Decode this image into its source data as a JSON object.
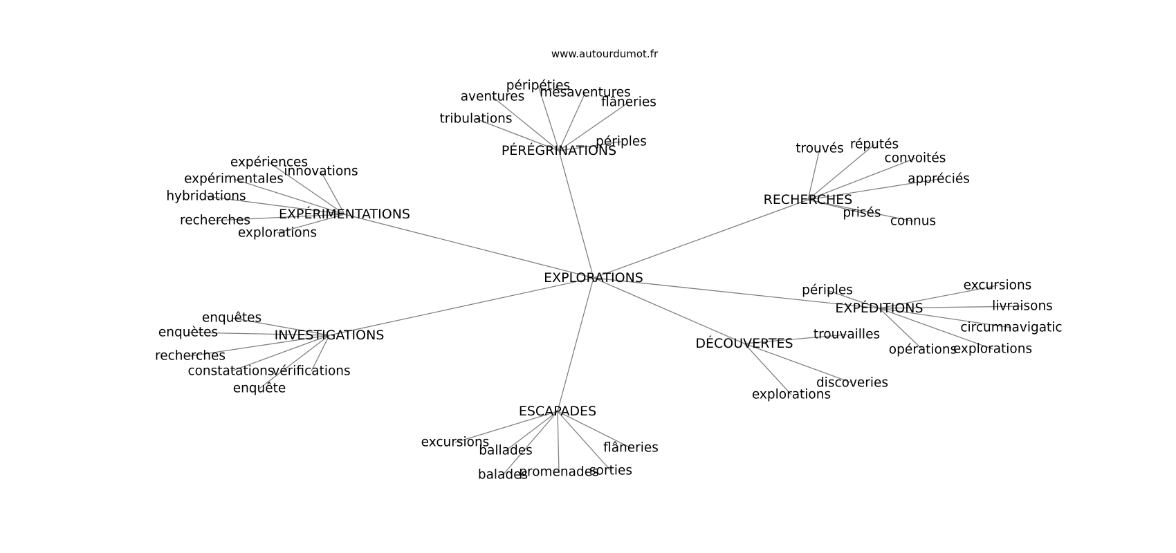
{
  "source": "www.autourdumot.fr",
  "center": "EXPLORATIONS",
  "clusters": [
    {
      "label": "PÉRÉGRINATIONS",
      "words": [
        "tribulations",
        "aventures",
        "péripéties",
        "mésaventures",
        "flâneries",
        "périples"
      ]
    },
    {
      "label": "RECHERCHES",
      "words": [
        "trouvés",
        "réputés",
        "convoités",
        "appréciés",
        "prisés",
        "connus"
      ]
    },
    {
      "label": "EXPÉRIMENTATIONS",
      "words": [
        "expériences",
        "innovations",
        "expérimentales",
        "hybridations",
        "recherches",
        "explorations"
      ]
    },
    {
      "label": "EXPÉDITIONS",
      "words": [
        "périples",
        "excursions",
        "livraisons",
        "circumnavigatic",
        "explorations",
        "opérations"
      ]
    },
    {
      "label": "INVESTIGATIONS",
      "words": [
        "enquêtes",
        "enquètes",
        "recherches",
        "constatations",
        "vérifications",
        "enquête"
      ]
    },
    {
      "label": "DÉCOUVERTES",
      "words": [
        "trouvailles",
        "discoveries",
        "explorations"
      ]
    },
    {
      "label": "ESCAPADES",
      "words": [
        "excursions",
        "ballades",
        "balades",
        "promenades",
        "sorties",
        "flâneries"
      ]
    }
  ]
}
